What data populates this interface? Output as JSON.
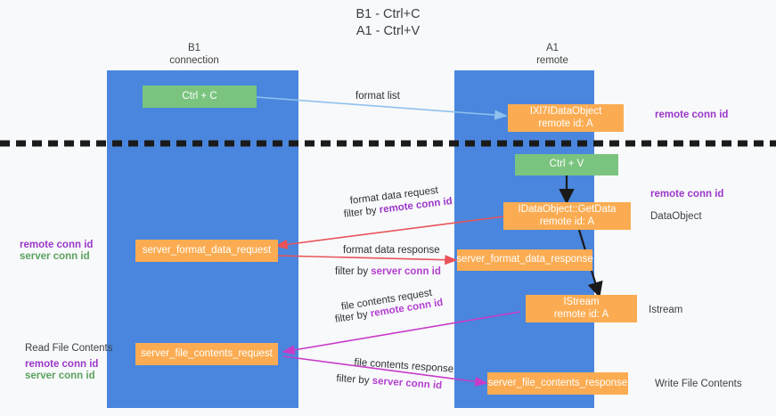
{
  "title": {
    "line1": "B1 - Ctrl+C",
    "line2": "A1 - Ctrl+V"
  },
  "columns": [
    {
      "name": "B1",
      "sub": "connection"
    },
    {
      "name": "A1",
      "sub": "remote"
    }
  ],
  "boxes": {
    "ctrl_c": "Ctrl + C",
    "ctrl_v": "Ctrl + V",
    "idataobject_l1": "IXl7IDataObject",
    "idataobject_l2": "remote id: A",
    "getdata_l1": "IDataObject::GetData",
    "getdata_l2": "remote id: A",
    "istream_l1": "IStream",
    "istream_l2": "remote id: A",
    "server_format_data_request": "server_format_data_request",
    "server_format_data_response": "server_format_data_response",
    "server_file_contents_request": "server_file_contents_request",
    "server_file_contents_response": "server_file_contents_response"
  },
  "right_labels": {
    "remote_conn_id_top": "remote conn id",
    "remote_conn_id_mid": "remote conn id",
    "dataobject": "DataObject",
    "istream": "Istream",
    "write_file_contents": "Write File Contents"
  },
  "left_labels": {
    "remote_conn_id_mid": "remote conn id",
    "server_conn_id_mid": "server conn id",
    "read_file_contents": "Read File Contents",
    "remote_conn_id_bottom": "remote conn id",
    "server_conn_id_bottom": "server conn id"
  },
  "arrow_labels": {
    "format_list": "format list",
    "format_data_request": "format data request",
    "format_data_request_filter_prefix": "filter by ",
    "format_data_request_filter_key": "remote conn id",
    "format_data_response": "format data response",
    "format_data_response_filter_prefix": "filter by ",
    "format_data_response_filter_key": "server conn id",
    "file_contents_request": "file contents request",
    "file_contents_request_filter_prefix": "filter by ",
    "file_contents_request_filter_key": "remote conn id",
    "file_contents_response": "file contents response",
    "file_contents_response_filter_prefix": "filter by ",
    "file_contents_response_filter_key": "server conn id"
  },
  "colors": {
    "lane": "#4a86dd",
    "green_box": "#7ac47f",
    "orange_box": "#fbac52",
    "purple_text": "#9a37c9",
    "green_text": "#5aa15f",
    "arrow_blue": "#a8cdf0",
    "arrow_red": "#e8545a",
    "arrow_magenta": "#c83bc8",
    "arrow_black": "#1a1a1a",
    "background": "#f8f9fa"
  }
}
